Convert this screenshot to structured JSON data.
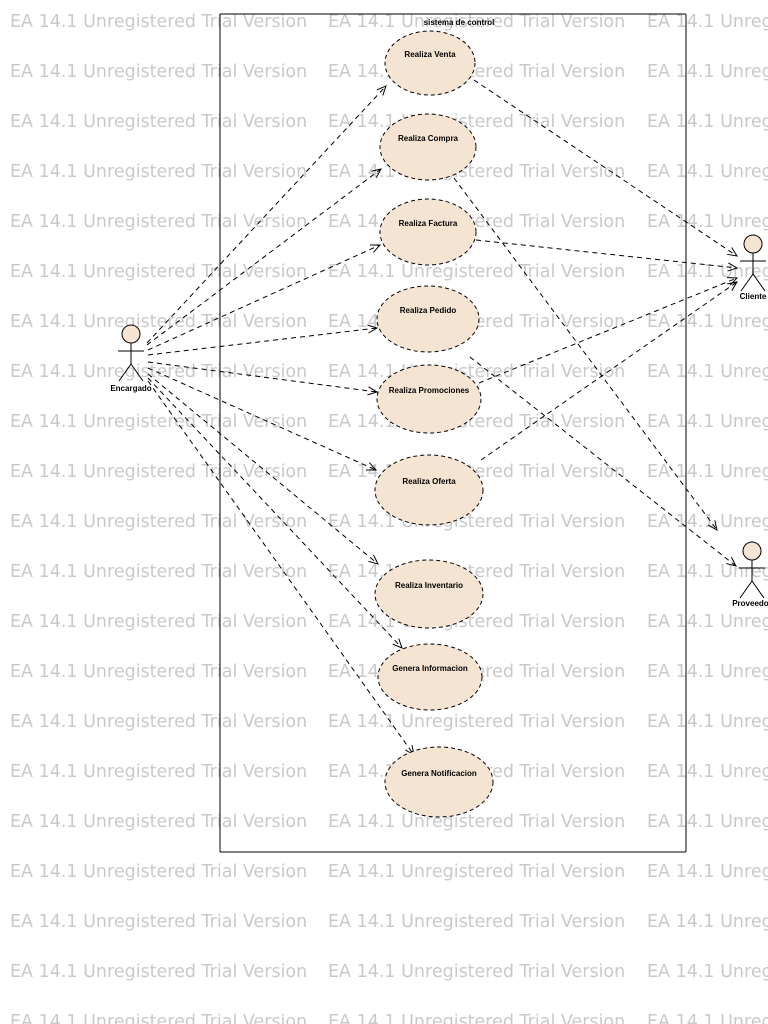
{
  "watermark_text": "EA 14.1 Unregistered Trial Version",
  "system": {
    "title": "sistema de control"
  },
  "actors": [
    {
      "id": "encargado",
      "name": "Encargado"
    },
    {
      "id": "cliente",
      "name": "Cliente"
    },
    {
      "id": "proveedor",
      "name": "Proveedor"
    }
  ],
  "use_cases": [
    {
      "id": "uc-venta",
      "label": "Realiza Venta"
    },
    {
      "id": "uc-compra",
      "label": "Realiza Compra"
    },
    {
      "id": "uc-factura",
      "label": "Realiza Factura"
    },
    {
      "id": "uc-pedido",
      "label": "Realiza Pedido"
    },
    {
      "id": "uc-promociones",
      "label": "Realiza Promociones"
    },
    {
      "id": "uc-oferta",
      "label": "Realiza Oferta"
    },
    {
      "id": "uc-inventario",
      "label": "Realiza Inventario"
    },
    {
      "id": "uc-informacion",
      "label": "Genera Informacion"
    },
    {
      "id": "uc-notificacion",
      "label": "Genera Notificacion"
    }
  ],
  "relations": [
    {
      "from": "encargado",
      "to": "uc-venta"
    },
    {
      "from": "encargado",
      "to": "uc-compra"
    },
    {
      "from": "encargado",
      "to": "uc-factura"
    },
    {
      "from": "encargado",
      "to": "uc-pedido"
    },
    {
      "from": "encargado",
      "to": "uc-promociones"
    },
    {
      "from": "encargado",
      "to": "uc-oferta"
    },
    {
      "from": "encargado",
      "to": "uc-inventario"
    },
    {
      "from": "encargado",
      "to": "uc-informacion"
    },
    {
      "from": "encargado",
      "to": "uc-notificacion"
    },
    {
      "from": "uc-venta",
      "to": "cliente"
    },
    {
      "from": "uc-factura",
      "to": "cliente"
    },
    {
      "from": "uc-promociones",
      "to": "cliente"
    },
    {
      "from": "uc-oferta",
      "to": "cliente"
    },
    {
      "from": "uc-compra",
      "to": "proveedor"
    },
    {
      "from": "uc-pedido",
      "to": "proveedor"
    }
  ]
}
